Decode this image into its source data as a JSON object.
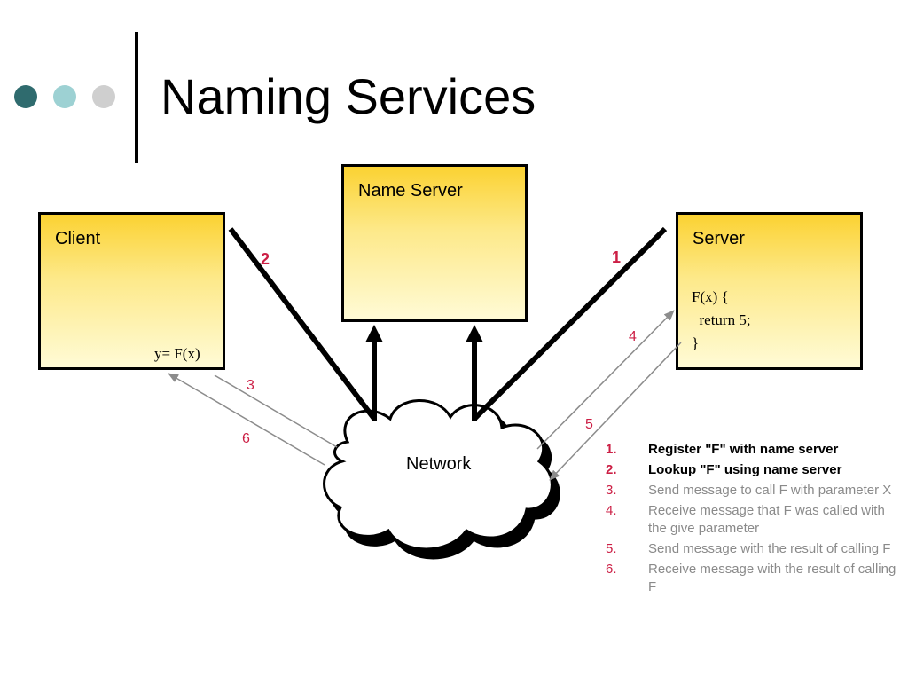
{
  "title": "Naming Services",
  "colors": {
    "dot1": "#2f6b6e",
    "dot2": "#9dd1d3",
    "dot3": "#cfcfcf",
    "accent": "#cc1f45",
    "gray_text": "#8a8a8a",
    "arrow_gray": "#8c8c8c"
  },
  "name_server": {
    "label": "Name Server"
  },
  "client": {
    "label": "Client",
    "code": "y= F(x)"
  },
  "server": {
    "label": "Server",
    "code_lines": [
      "F(x) {",
      "  return 5;",
      "}"
    ]
  },
  "network": {
    "label": "Network"
  },
  "step_labels": {
    "s1": "1",
    "s2": "2",
    "s3": "3",
    "s4": "4",
    "s5": "5",
    "s6": "6"
  },
  "steps": [
    {
      "num": "1.",
      "text": "Register \"F\" with name server",
      "style": "bold"
    },
    {
      "num": "2.",
      "text": "Lookup \"F\" using name server",
      "style": "bold"
    },
    {
      "num": "3.",
      "text": "Send message to call F with parameter X",
      "style": "gray"
    },
    {
      "num": "4.",
      "text": "Receive message that F was called with the give parameter",
      "style": "gray"
    },
    {
      "num": "5.",
      "text": "Send message with the result of calling F",
      "style": "gray"
    },
    {
      "num": "6.",
      "text": "Receive message with the result of calling F",
      "style": "gray"
    }
  ]
}
